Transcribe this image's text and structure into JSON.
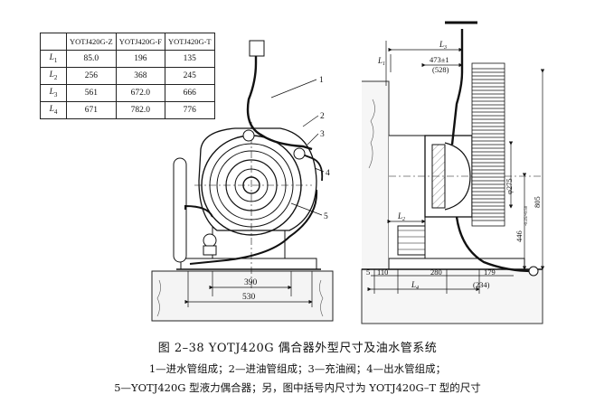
{
  "table": {
    "headers": [
      "",
      "YOTJ420G-Z",
      "YOTJ420G-F",
      "YOTJ420G-T"
    ],
    "rows": [
      {
        "label": "L",
        "sub": "1",
        "values": [
          "85.0",
          "196",
          "135"
        ]
      },
      {
        "label": "L",
        "sub": "2",
        "values": [
          "256",
          "368",
          "245"
        ]
      },
      {
        "label": "L",
        "sub": "3",
        "values": [
          "561",
          "672.0",
          "666"
        ]
      },
      {
        "label": "L",
        "sub": "4",
        "values": [
          "671",
          "782.0",
          "776"
        ]
      }
    ]
  },
  "left_view": {
    "callouts": [
      "1",
      "2",
      "3",
      "4",
      "5"
    ],
    "dim_390": "390",
    "dim_530": "530"
  },
  "right_view": {
    "label_l1": "L",
    "label_l1_sub": "1",
    "label_l2": "L",
    "label_l2_sub": "2",
    "label_l3": "L",
    "label_l3_sub": "3",
    "label_l4": "L",
    "label_l4_sub": "4",
    "dim_473": "473±1",
    "dim_528": "(528)",
    "dim_phi275": "φ275",
    "dim_805": "805",
    "dim_446": "446",
    "dim_446_tol": "-0.25/-0.50",
    "dim_5": "5",
    "dim_110": "110",
    "dim_280": "280",
    "dim_179": "179",
    "dim_234": "(234)"
  },
  "caption": {
    "title": "图 2–38   YOTJ420G 偶合器外型尺寸及油水管系统",
    "line1": "1—进水管组成；2—进油管组成；3—充油阀；4—出水管组成；",
    "line2": "5—YOTJ420G 型液力偶合器；另，图中括号内尺寸为 YOTJ420G–T 型的尺寸"
  }
}
